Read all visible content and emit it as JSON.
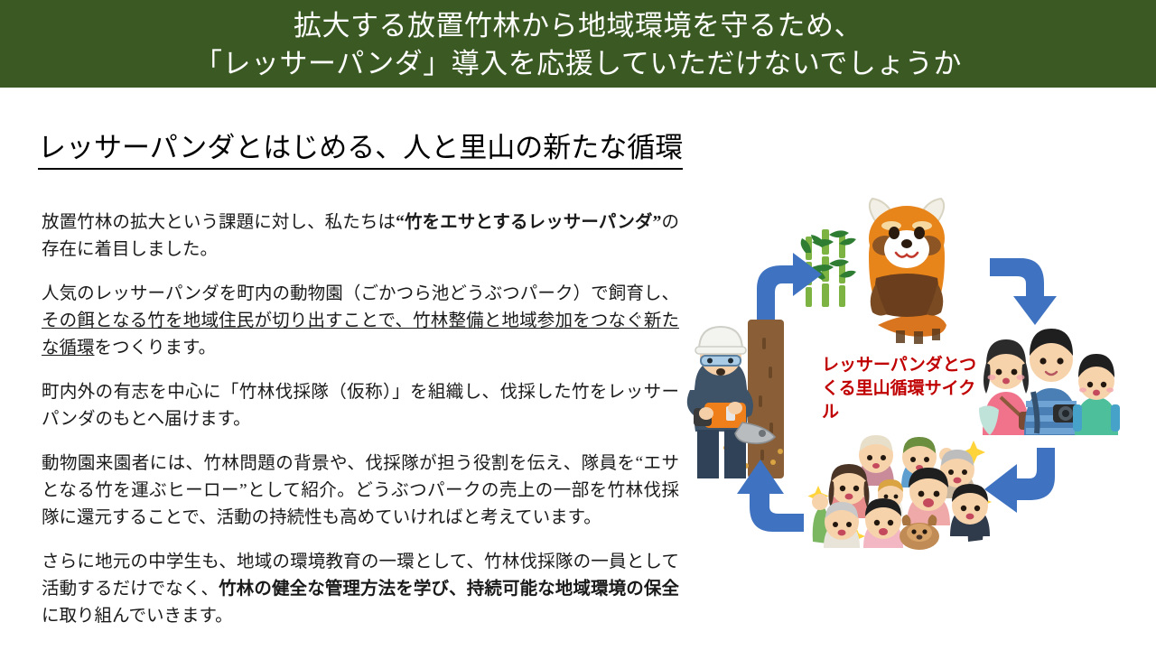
{
  "header": {
    "line1": "拡大する放置竹林から地域環境を守るため、",
    "line2": "「レッサーパンダ」導入を応援していただけないでしょうか"
  },
  "section": {
    "heading": "レッサーパンダとはじめる、人と里山の新たな循環"
  },
  "body": {
    "p1": {
      "a": "放置竹林の拡大という課題に対し、私たちは",
      "bold": "“竹をエサとするレッサーパンダ”",
      "b": "の存在に着目しました。"
    },
    "p2": {
      "a": "人気のレッサーパンダを町内の動物園（ごかつら池どうぶつパーク）で飼育し、",
      "underline": "その餌となる竹を地域住民が切り出すことで、竹林整備と地域参加をつなぐ新たな循環",
      "b": "をつくります。"
    },
    "p3": {
      "a": "町内外の有志を中心に「竹林伐採隊（仮称）」を組織し、伐採した竹をレッサーパンダのもとへ届けます。"
    },
    "p4": {
      "a": "動物園来園者には、竹林問題の背景や、伐採隊が担う役割を伝え、隊員を“エサとなる竹を運ぶヒーロー”として紹介。どうぶつパークの売上の一部を竹林伐採隊に還元することで、活動の持続性も高めていければと考えています。"
    },
    "p5": {
      "a": "さらに地元の中学生も、地域の環境教育の一環として、竹林伐採隊の一員として活動するだけでなく、",
      "bold": "竹林の健全な管理方法を学び、持続可能な地域環境の保全",
      "b": "に取り組んでいきます。"
    }
  },
  "diagram": {
    "caption": "レッサーパンダとつくる里山循環サイクル",
    "nodes": {
      "panda": "red-panda-eating-bamboo",
      "logger": "lumberjack-cutting-bamboo",
      "tourists": "visiting-family-tourists",
      "crowd": "cheering-local-community"
    },
    "arrows": {
      "top_left": "arrow-up-right",
      "top_right": "arrow-right-down",
      "bottom_right": "arrow-down-left",
      "bottom_left": "arrow-left-up"
    }
  },
  "colors": {
    "header_green": "#3b5a23",
    "accent_red": "#c00000",
    "arrow_blue": "#3f72c0",
    "bamboo_green": "#6aa84f"
  }
}
